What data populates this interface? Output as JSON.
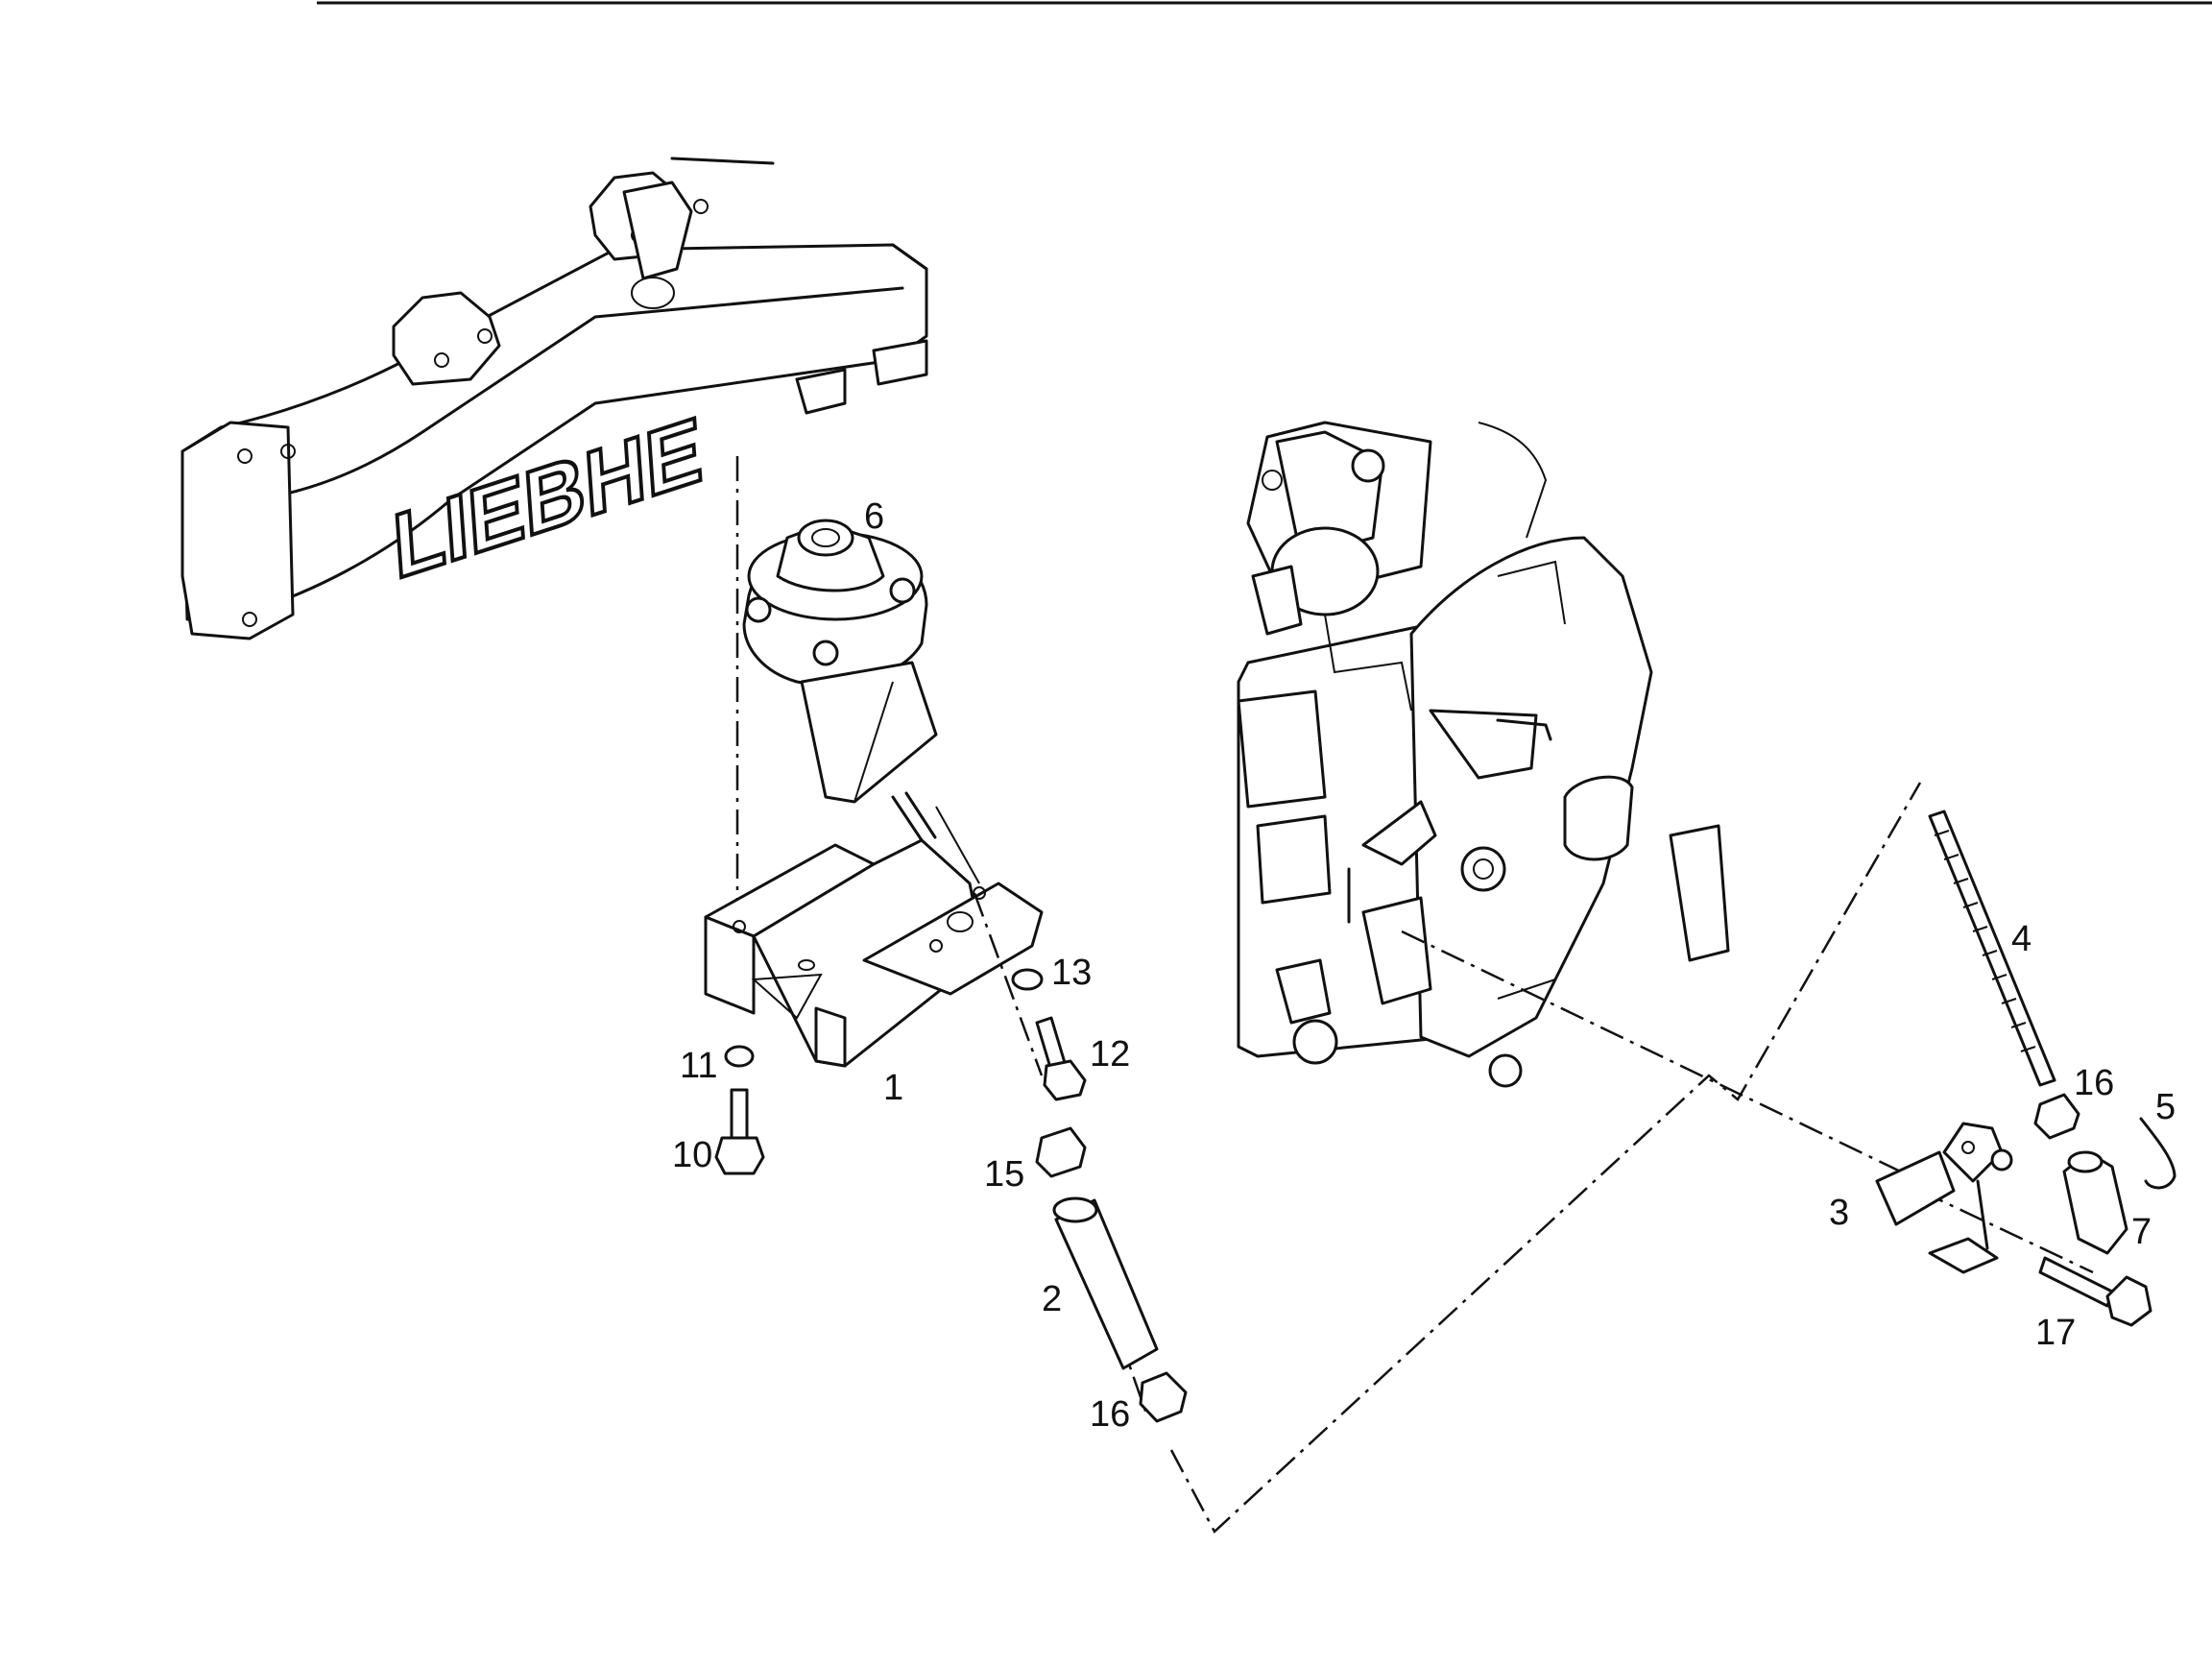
{
  "brand_text": "LIEBHE",
  "callouts": [
    {
      "id": "c1",
      "label": "1"
    },
    {
      "id": "c2",
      "label": "2"
    },
    {
      "id": "c3",
      "label": "3"
    },
    {
      "id": "c4",
      "label": "4"
    },
    {
      "id": "c5",
      "label": "5"
    },
    {
      "id": "c6",
      "label": "6"
    },
    {
      "id": "c7",
      "label": "7"
    },
    {
      "id": "c10",
      "label": "10"
    },
    {
      "id": "c11",
      "label": "11"
    },
    {
      "id": "c12",
      "label": "12"
    },
    {
      "id": "c13",
      "label": "13"
    },
    {
      "id": "c15",
      "label": "15"
    },
    {
      "id": "c16a",
      "label": "16"
    },
    {
      "id": "c16b",
      "label": "16"
    },
    {
      "id": "c17",
      "label": "17"
    }
  ]
}
